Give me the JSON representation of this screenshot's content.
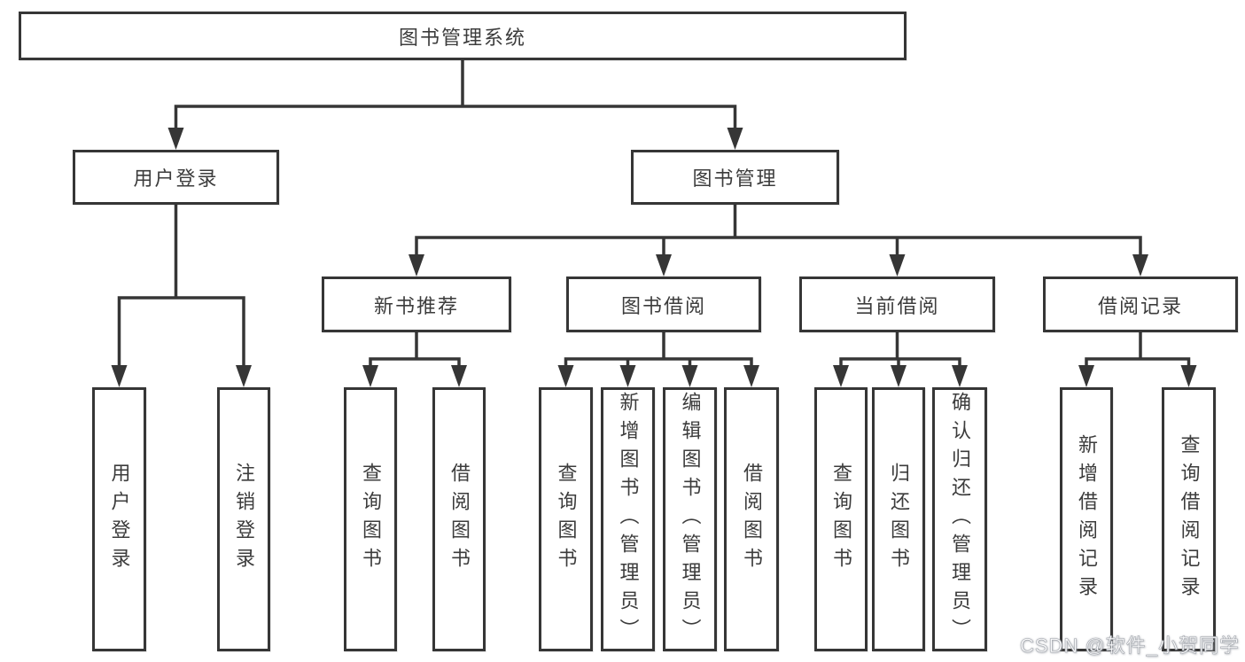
{
  "colors": {
    "line": "#363636",
    "text": "#3c3c3c",
    "box-bg": "#ffffff",
    "page-bg": "#ffffff"
  },
  "nodes": {
    "root": "图书管理系统",
    "user_login": "用户登录",
    "book_mgmt": "图书管理",
    "new_book": "新书推荐",
    "book_borrow": "图书借阅",
    "current_borrow": "当前借阅",
    "borrow_record": "借阅记录",
    "leaf_user_login": "用户登录",
    "leaf_logout": "注销登录",
    "leaf_nb_query": "查询图书",
    "leaf_nb_borrow": "借阅图书",
    "leaf_bb_query": "查询图书",
    "leaf_bb_add": "新增图书（管理员）",
    "leaf_bb_edit": "编辑图书（管理员）",
    "leaf_bb_borrow": "借阅图书",
    "leaf_cb_query": "查询图书",
    "leaf_cb_return": "归还图书",
    "leaf_cb_confirm": "确认归还（管理员）",
    "leaf_br_add": "新增借阅记录",
    "leaf_br_query": "查询借阅记录"
  },
  "watermark": {
    "text": "CSDN @软件_小贺同学"
  }
}
